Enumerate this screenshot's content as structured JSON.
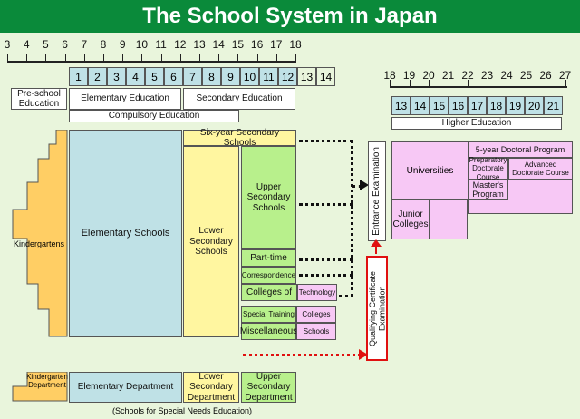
{
  "title": "The School System in Japan",
  "ages_top": [
    "3",
    "4",
    "5",
    "6",
    "7",
    "8",
    "9",
    "10",
    "11",
    "12",
    "13",
    "14",
    "15",
    "16",
    "17",
    "18"
  ],
  "grades_left": [
    "1",
    "2",
    "3",
    "4",
    "5",
    "6",
    "7",
    "8",
    "9",
    "10",
    "11",
    "12",
    "13",
    "14"
  ],
  "ages_right": [
    "18",
    "19",
    "20",
    "21",
    "22",
    "23",
    "24",
    "25",
    "26",
    "27"
  ],
  "grades_right": [
    "13",
    "14",
    "15",
    "16",
    "17",
    "18",
    "19",
    "20",
    "21"
  ],
  "labels": {
    "preschool": "Pre-school Education",
    "elementary_ed": "Elementary Education",
    "secondary_ed": "Secondary Education",
    "compulsory": "Compulsory Education",
    "higher_ed": "Higher Education",
    "kindergartens": "Kindergartens",
    "elementary_schools": "Elementary Schools",
    "six_year": "Six-year Secondary Schools",
    "lower_secondary": "Lower Secondary Schools",
    "upper_secondary": "Upper Secondary Schools",
    "part_time": "Part-time",
    "correspondence": "Correspondence",
    "colleges_of": "Colleges of",
    "technology": "Technology",
    "special_training": "Special Training",
    "colleges": "Colleges",
    "miscellaneous": "Miscellaneous",
    "schools": "Schools",
    "entrance_exam": "Entrance Examination",
    "qualifying_exam": "Qualifying Certificate Examination",
    "universities": "Universities",
    "junior_colleges": "Junior Colleges",
    "doctoral5": "5-year Doctoral Program",
    "prep_doctorate": "Preparatory Doctorate Course",
    "adv_doctorate": "Advanced Doctorate Course",
    "masters": "Master's Program",
    "kindergarten_dept": "Kindergarten Department",
    "elementary_dept": "Elementary Department",
    "lower_secondary_dept": "Lower Secondary Department",
    "upper_secondary_dept": "Upper Secondary Department",
    "special_needs": "(Schools for Special Needs Education)"
  },
  "colors": {
    "title_bg": "#0a8a3a",
    "arrow_red": "#e01010"
  }
}
